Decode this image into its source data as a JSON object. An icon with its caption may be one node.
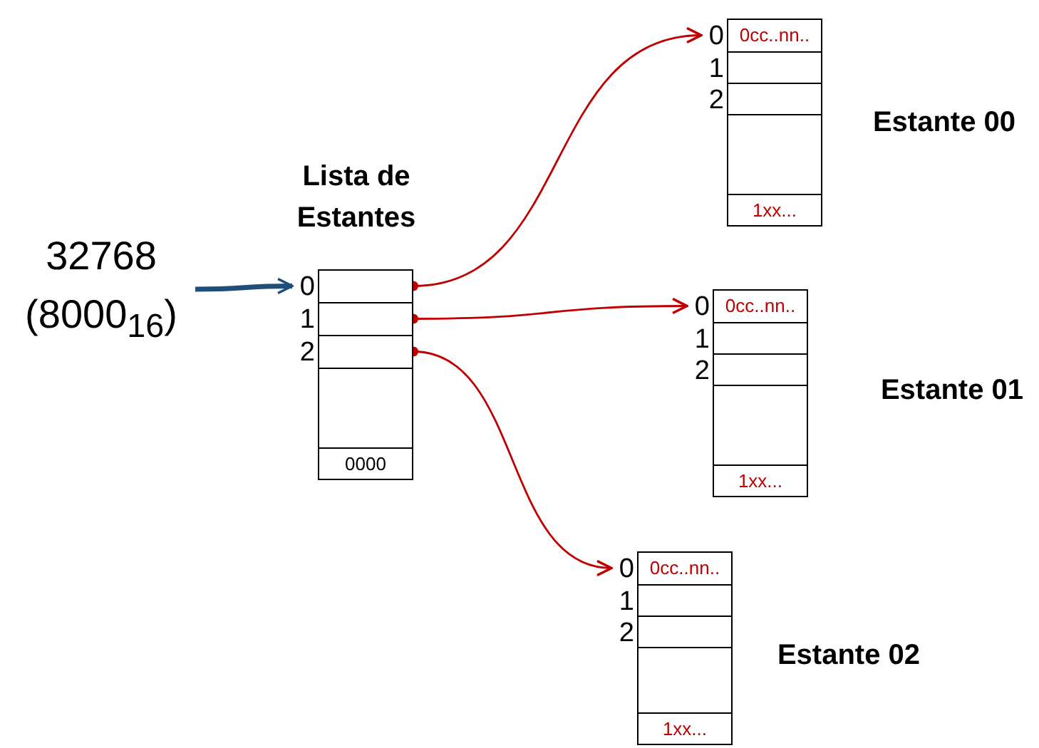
{
  "diagram": {
    "nodes": [
      {
        "text": [
          "32768 (8000$_{16}$)"
        ]
      },
      {
        "text": [
          "Lista de Estantes"
        ]
      },
      {
        "text": [],
        "shape": "box",
        "in": 1,
        "beside": [
          "0"
        ]
      },
      {
        "text": [],
        "shape": "box",
        "in": 1,
        "beside": [
          "1"
        ]
      },
      {
        "text": [],
        "shape": "box",
        "in": 1,
        "beside": [
          "2"
        ]
      },
      {
        "text": [],
        "shape": "box",
        "in": 1
      },
      {
        "text": [
          "0000"
        ],
        "in": 1
      },
      {
        "text": [
          "Estante 00"
        ]
      },
      {
        "text": [
          "0cc..nn.."
        ],
        "in": 7,
        "beside": [
          "0"
        ]
      },
      {
        "text": [],
        "shape": "box",
        "in": 7,
        "beside": [
          "1"
        ]
      },
      {
        "text": [],
        "shape": "box",
        "in": 7,
        "beside": [
          "2"
        ]
      },
      {
        "text": [],
        "shape": "box",
        "in": 7
      },
      {
        "text": [
          "1xx..."
        ],
        "in": 7
      },
      {
        "text": [
          "Estante 01"
        ]
      },
      {
        "text": [
          "0cc..nn.."
        ],
        "in": 13,
        "beside": [
          "0"
        ]
      },
      {
        "text": [],
        "shape": "box",
        "in": 13,
        "beside": [
          "1"
        ]
      },
      {
        "text": [],
        "shape": "box",
        "in": 13,
        "beside": [
          "2"
        ]
      },
      {
        "text": [],
        "shape": "box",
        "in": 13
      },
      {
        "text": [
          "1xx..."
        ],
        "in": 13
      },
      {
        "text": [
          "Estante 02"
        ]
      },
      {
        "text": [
          "0cc..nn.."
        ],
        "in": 19,
        "beside": [
          "0"
        ]
      },
      {
        "text": [],
        "shape": "box",
        "in": 19,
        "beside": [
          "1"
        ]
      },
      {
        "text": [],
        "shape": "box",
        "in": 19,
        "beside": [
          "2"
        ]
      },
      {
        "text": [],
        "shape": "box",
        "in": 19
      },
      {
        "text": [
          "1xx..."
        ],
        "in": 19
      }
    ],
    "edges": [
      {
        "from": 0,
        "to": 2,
        "arrow": "to",
        "color": "#1f4e79",
        "style": "thick"
      },
      {
        "from": 2,
        "to": 8,
        "arrow": "to"
      },
      {
        "from": 3,
        "to": 14,
        "arrow": "to"
      },
      {
        "from": 4,
        "to": 20,
        "arrow": "to"
      }
    ]
  }
}
